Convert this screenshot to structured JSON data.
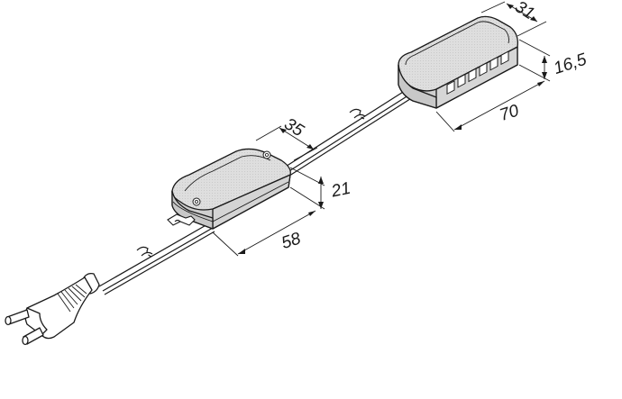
{
  "drawing": {
    "description": "Isometric technical drawing of LED driver with distributor box, cable and Euro plug",
    "components": [
      {
        "name": "distributor-box",
        "ports": 6
      },
      {
        "name": "driver-unit"
      },
      {
        "name": "euro-plug"
      }
    ],
    "colors": {
      "line": "#1a1a1a",
      "fill": "#d9d9d9",
      "fill_light": "#e6e6e6",
      "background": "#ffffff"
    }
  },
  "dimensions": {
    "distributor_depth": "31",
    "distributor_height": "16,5",
    "distributor_length": "70",
    "driver_depth": "35",
    "driver_height": "21",
    "driver_length": "58"
  }
}
